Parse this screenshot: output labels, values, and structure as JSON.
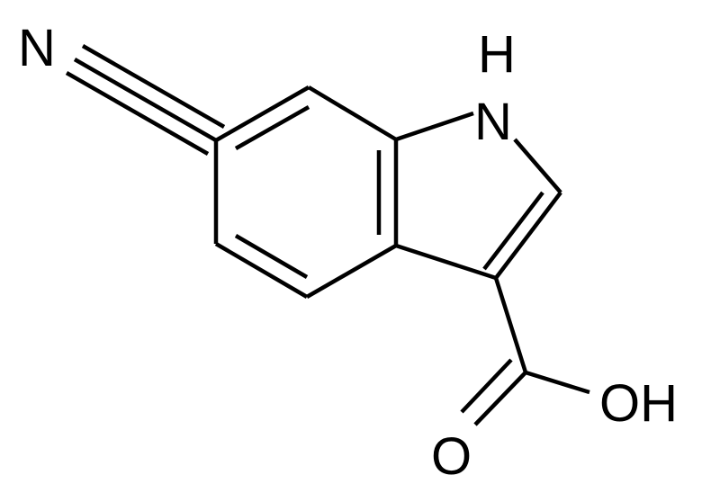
{
  "molecule": {
    "atoms": {
      "nitrile_n": "N",
      "ring_nh": "H",
      "ring_n": "N",
      "hydroxyl": "OH",
      "carbonyl_o": "O"
    }
  },
  "colors": {
    "bond": "#000000",
    "background": "#ffffff"
  }
}
